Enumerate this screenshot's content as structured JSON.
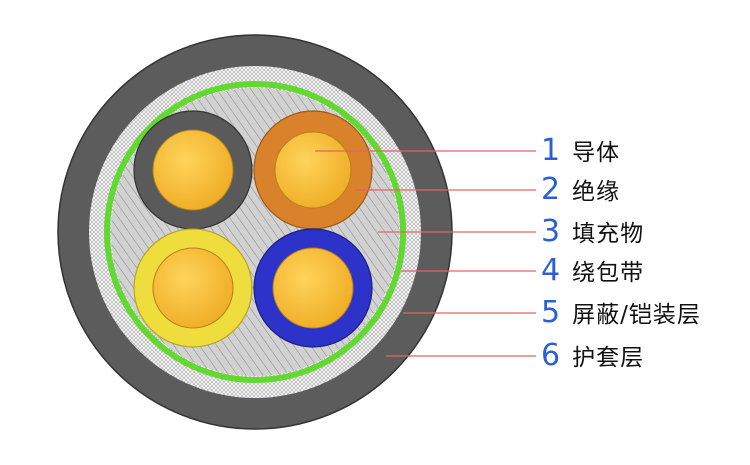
{
  "colors": {
    "outer_sheath": "#5c5c5c",
    "armor_mesh": "#a9a9a9",
    "wrap_band": "#62d930",
    "filler": "#c9c9c9",
    "conductor": "#f2b830",
    "insulation_core1": "#5a5a5a",
    "insulation_core2": "#d9822b",
    "insulation_core3": "#eedd3c",
    "insulation_core4": "#2d32c9",
    "leader_line": "#e36464",
    "label_number": "#2a5fd6"
  },
  "labels": [
    {
      "num": "1",
      "text": "导体"
    },
    {
      "num": "2",
      "text": "绝缘"
    },
    {
      "num": "3",
      "text": "填充物"
    },
    {
      "num": "4",
      "text": "绕包带"
    },
    {
      "num": "5",
      "text": "屏蔽/铠装层"
    },
    {
      "num": "6",
      "text": "护套层"
    }
  ]
}
